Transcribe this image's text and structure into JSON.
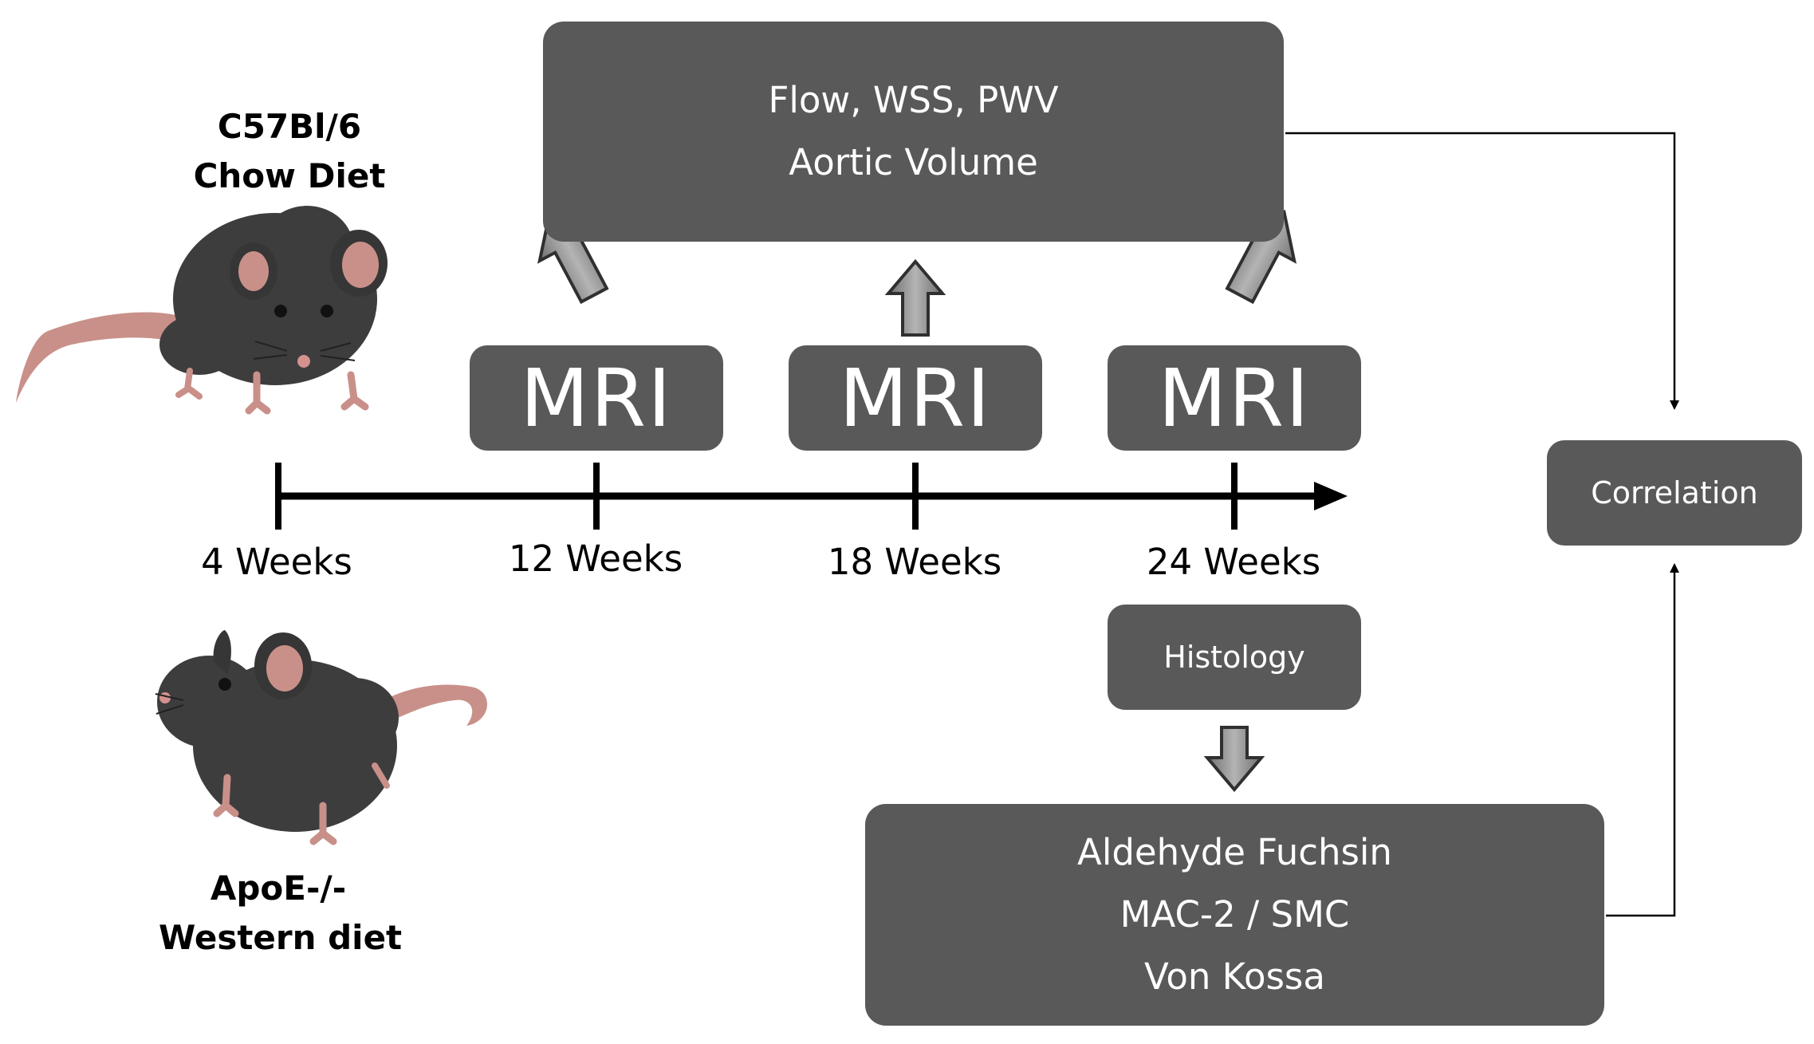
{
  "top_box": {
    "line1": "Flow, WSS, PWV",
    "line2": "Aortic Volume"
  },
  "mri_label": "MRI",
  "timeline": {
    "weeks": [
      "4 Weeks",
      "12 Weeks",
      "18 Weeks",
      "24 Weeks"
    ]
  },
  "histology_box": {
    "label": "Histology"
  },
  "histology_results": {
    "line1": "Aldehyde Fuchsin",
    "line2": "MAC-2 / SMC",
    "line3": "Von Kossa"
  },
  "correlation_box": {
    "label": "Correlation"
  },
  "groups": {
    "control": {
      "line1": "C57Bl/6",
      "line2": "Chow Diet"
    },
    "model": {
      "line1": "ApoE-/-",
      "line2": "Western diet"
    }
  },
  "colors": {
    "box_fill": "#595959",
    "box_text": "#ffffff",
    "arrow_fill": "#8c8c8c",
    "mouse_body": "#3d3d3d",
    "mouse_pink": "#c99089"
  }
}
